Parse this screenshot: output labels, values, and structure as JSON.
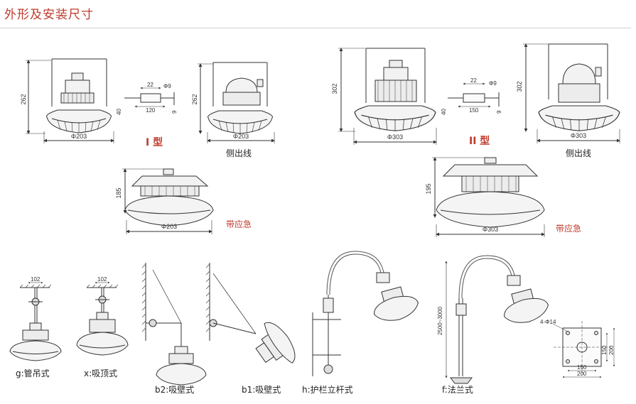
{
  "title": "外形及安装尺寸",
  "type1": {
    "label": "I 型",
    "height": "262",
    "diameter": "Φ203",
    "side_height": "262",
    "side_diameter": "Φ203",
    "side_caption": "侧出线",
    "bracket": {
      "a": "22",
      "b": "Φ9",
      "c": "120",
      "d": "40",
      "e": "9"
    },
    "emergency": {
      "height": "185",
      "diameter": "Φ203",
      "caption": "带应急"
    }
  },
  "type2": {
    "label": "II 型",
    "height": "302",
    "diameter": "Φ303",
    "side_height": "302",
    "side_diameter": "Φ303",
    "side_caption": "侧出线",
    "bracket": {
      "a": "22",
      "b": "Φ9",
      "c": "150",
      "d": "40",
      "e": "9"
    },
    "emergency": {
      "height": "195",
      "diameter": "Φ303",
      "caption": "带应急"
    }
  },
  "mounting": {
    "g": {
      "caption": "g:管吊式",
      "dim": "102"
    },
    "x": {
      "caption": "x:吸顶式",
      "dim": "102"
    },
    "b2": {
      "caption": "b2:吸壁式"
    },
    "b1": {
      "caption": "b1:吸壁式"
    },
    "h": {
      "caption": "h:护栏立杆式"
    },
    "f": {
      "caption": "f:法兰式",
      "pole_height": "2500~3000"
    },
    "flange": {
      "holes": "4-Φ14",
      "inner": "150",
      "outer": "200",
      "side_inner": "150",
      "side_outer": "200"
    }
  }
}
